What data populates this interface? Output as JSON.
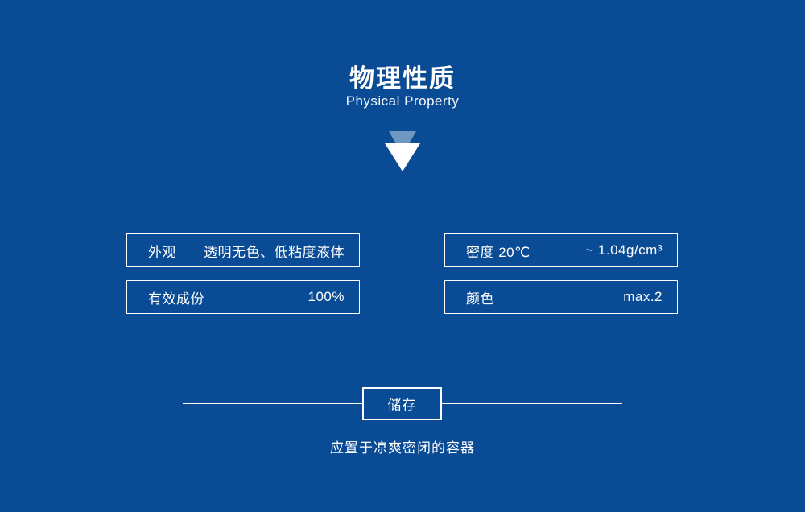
{
  "page": {
    "background_color": "#0a4b96",
    "accent_light": "#7a9bc4",
    "text_color": "#ffffff"
  },
  "header": {
    "title": "物理性质",
    "subtitle": "Physical Property"
  },
  "divider": {
    "icon": "double-chevron-down-icon"
  },
  "properties": [
    {
      "label": "外观",
      "value": "透明无色、低粘度液体"
    },
    {
      "label": "密度 20℃",
      "value": "~ 1.04g/cm³"
    },
    {
      "label": "有效成份",
      "value": "100%"
    },
    {
      "label": "颜色",
      "value": "max.2"
    }
  ],
  "storage": {
    "title": "储存",
    "note": "应置于凉爽密闭的容器"
  }
}
